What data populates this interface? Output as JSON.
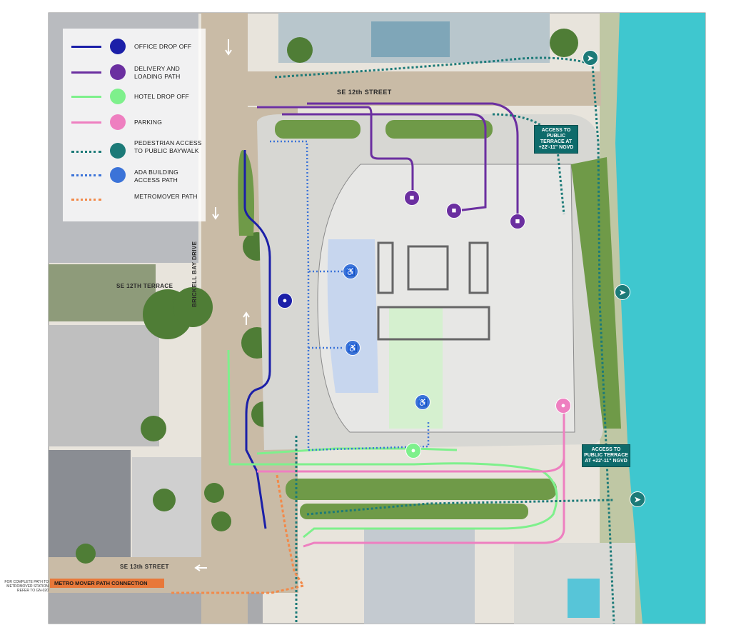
{
  "legend": {
    "items": [
      {
        "label": "OFFICE DROP OFF",
        "color": "#1b1fa8",
        "style": "solid",
        "icon": "car-icon"
      },
      {
        "label": "DELIVERY AND LOADING PATH",
        "color": "#6b2fa0",
        "style": "solid",
        "icon": "truck-icon"
      },
      {
        "label": "HOTEL DROP OFF",
        "color": "#7ef08c",
        "style": "solid",
        "icon": "car-icon"
      },
      {
        "label": "PARKING",
        "color": "#ee7fc0",
        "style": "solid",
        "icon": "car-icon"
      },
      {
        "label": "PEDESTRIAN ACCESS TO PUBLIC BAYWALK",
        "color": "#1c7a78",
        "style": "dotted",
        "icon": "pedestrian-icon"
      },
      {
        "label": "ADA BUILDING ACCESS PATH",
        "color": "#3b73d8",
        "style": "dotted",
        "icon": "wheelchair-icon"
      },
      {
        "label": "METROMOVER PATH",
        "color": "#f28a4a",
        "style": "dotted",
        "icon": ""
      }
    ]
  },
  "streets": {
    "se12th_street": "SE 12th STREET",
    "se12th_terrace": "SE 12TH TERRACE",
    "brickell_bay_drive": "BRICKELL BAY DRIVE",
    "se13th_street": "SE 13th STREET"
  },
  "callouts": {
    "terrace_top": "ACCESS TO PUBLIC TERRACE AT +22'-11\" NGVD",
    "terrace_bottom": "ACCESS TO PUBLIC TERRACE AT +22'-11\" NGVD"
  },
  "metro": {
    "bar_label": "METRO MOVER PATH CONNECTION",
    "note": "FOR COMPLETE PATH TO METROMOVER STATION REFER TO GN-020"
  },
  "colors": {
    "water": "#3fc7cf",
    "road": "#c9bba6",
    "plaza": "#dcdcdc",
    "lobby_blue": "#c7d6ee",
    "lobby_green": "#d5f0cf",
    "vegetation": "#5e8a3e"
  }
}
